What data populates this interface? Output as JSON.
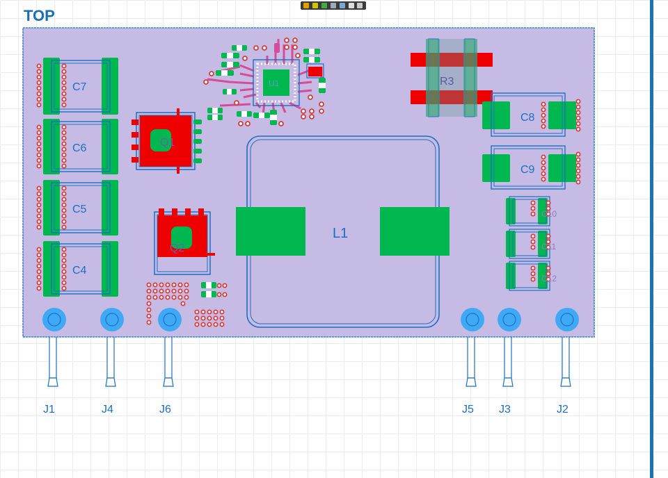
{
  "layer": {
    "title": "TOP"
  },
  "toolbar": {
    "icons": [
      "select-icon",
      "component-icon",
      "route-icon",
      "chart-icon",
      "measure-icon",
      "layer-icon",
      "pencil-icon"
    ]
  },
  "colors": {
    "board_fill": "#c6bbe4",
    "board_outline": "#1b6fc2",
    "pad_green": "#00b84f",
    "pad_red": "#ef0000",
    "silk_blue": "#1b6fc2",
    "via_ring": "#d93a3a",
    "connector_blue": "#3fa9f5",
    "accent": "#1a73b8"
  },
  "components": {
    "c7": "C7",
    "c6": "C6",
    "c5": "C5",
    "c4": "C4",
    "c8": "C8",
    "c9": "C9",
    "c10": "C10",
    "c11": "C11",
    "c12": "C12",
    "q1": "Q1",
    "q2": "Q2",
    "u1": "U1",
    "r3": "R3",
    "l1": "L1"
  },
  "connectors": {
    "j1": "J1",
    "j4": "J4",
    "j6": "J6",
    "j5": "J5",
    "j3": "J3",
    "j2": "J2"
  }
}
